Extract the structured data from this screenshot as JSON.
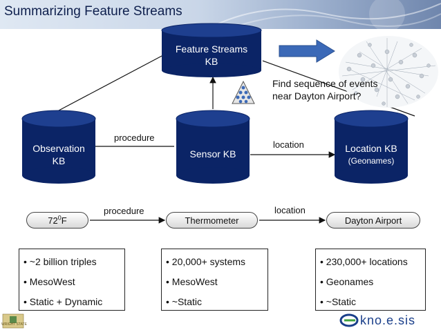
{
  "title": "Summarizing Feature Streams",
  "kbs": {
    "feature_streams": {
      "line1": "Feature Streams",
      "line2": "KB"
    },
    "observation": {
      "line1": "Observation",
      "line2": "KB"
    },
    "sensor": {
      "line1": "Sensor KB"
    },
    "location": {
      "line1": "Location KB",
      "line2": "(Geonames)"
    }
  },
  "edges": {
    "procedure_top": "procedure",
    "location_top": "location",
    "procedure_bottom": "procedure",
    "location_bottom": "location"
  },
  "query": {
    "line1": "Find sequence of events",
    "line2": "near Dayton Airport?"
  },
  "instances": {
    "temperature_value": "72",
    "temperature_sup": "0",
    "temperature_unit": "F",
    "thermometer": "Thermometer",
    "dayton": "Dayton Airport"
  },
  "boxes": [
    {
      "items": [
        "• ~2 billion triples",
        "• MesoWest",
        "• Static + Dynamic"
      ]
    },
    {
      "items": [
        "• 20,000+ systems",
        "• MesoWest",
        "• ~Static"
      ]
    },
    {
      "items": [
        "• 230,000+ locations",
        "• Geonames",
        "• ~Static"
      ]
    }
  ],
  "footer": {
    "logo_text": "kno.e.sis",
    "left_logo_text": "WRIGHT STATE"
  },
  "colors": {
    "cylinder": "#0b2466",
    "cylinder_top": "#1e3f8f",
    "arrow": "#3b69b7"
  }
}
